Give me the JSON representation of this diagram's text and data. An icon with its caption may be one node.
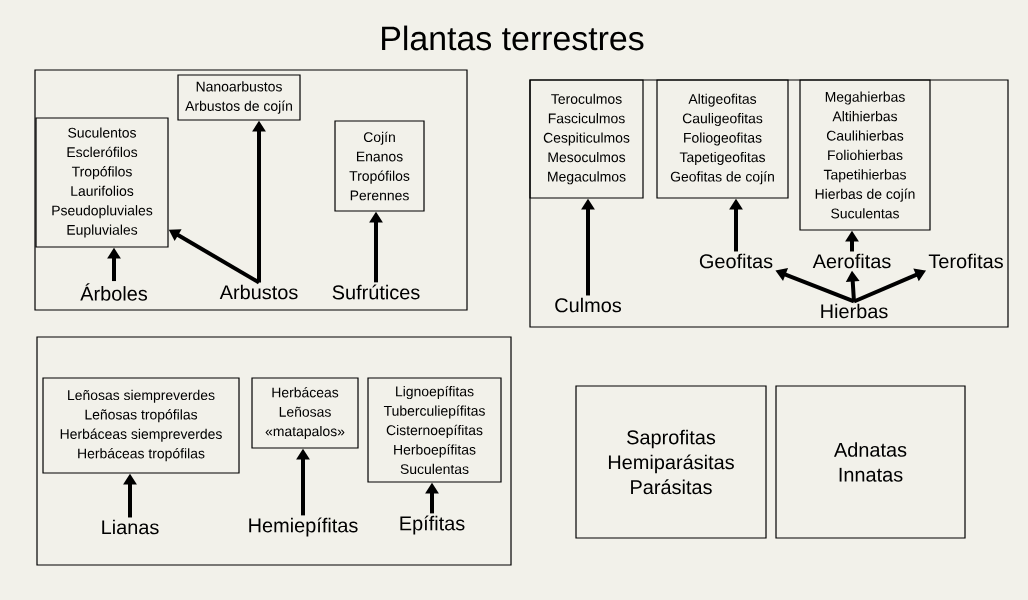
{
  "diagram": {
    "title": "Plantas terrestres",
    "nodes": [
      {
        "text": [],
        "shape": "box"
      },
      {
        "text": [
          "Suculentos",
          "Esclerófilos",
          "Tropófilos",
          "Laurifolios",
          "Pseudopluviales",
          "Eupluviales"
        ],
        "in": 0
      },
      {
        "text": [
          "Nanoarbustos",
          "Arbustos de cojín"
        ],
        "in": 0
      },
      {
        "text": [
          "Cojín",
          "Enanos",
          "Tropófilos",
          "Perennes"
        ],
        "in": 0
      },
      {
        "text": [
          "Árboles"
        ],
        "in": 0
      },
      {
        "text": [
          "Arbustos"
        ],
        "in": 0
      },
      {
        "text": [
          "Sufrútices"
        ],
        "in": 0
      },
      {
        "text": [],
        "shape": "box"
      },
      {
        "text": [
          "Teroculmos",
          "Fasciculmos",
          "Cespiticulmos",
          "Mesoculmos",
          "Megaculmos"
        ],
        "in": 7
      },
      {
        "text": [
          "Altigeofitas",
          "Cauligeofitas",
          "Foliogeofitas",
          "Tapetigeofitas",
          "Geofitas de cojín"
        ],
        "in": 7
      },
      {
        "text": [
          "Megahierbas",
          "Altihierbas",
          "Caulihierbas",
          "Foliohierbas",
          "Tapetihierbas",
          "Hierbas de cojín",
          "Suculentas"
        ],
        "in": 7
      },
      {
        "text": [
          "Culmos"
        ],
        "in": 7
      },
      {
        "text": [
          "Geofitas"
        ],
        "in": 7
      },
      {
        "text": [
          "Aerofitas"
        ],
        "in": 7
      },
      {
        "text": [
          "Terofitas"
        ],
        "in": 7
      },
      {
        "text": [
          "Hierbas"
        ],
        "in": 7
      },
      {
        "text": [],
        "shape": "box"
      },
      {
        "text": [
          "Leñosas siempreverdes",
          "Leñosas tropófilas",
          "Herbáceas siempreverdes",
          "Herbáceas tropófilas"
        ],
        "in": 16
      },
      {
        "text": [
          "Herbáceas",
          "Leñosas",
          "«matapalos»"
        ],
        "in": 16
      },
      {
        "text": [
          "Lignoepífitas",
          "Tuberculiepífitas",
          "Cisternoepífitas",
          "Herboepífitas",
          "Suculentas"
        ],
        "in": 16
      },
      {
        "text": [
          "Lianas"
        ],
        "in": 16
      },
      {
        "text": [
          "Hemiepífitas"
        ],
        "in": 16
      },
      {
        "text": [
          "Epífitas"
        ],
        "in": 16
      },
      {
        "text": [
          "Saprofitas",
          "Hemiparásitas",
          "Parásitas"
        ]
      },
      {
        "text": [
          "Adnatas",
          "Innatas"
        ]
      }
    ],
    "edges": [
      {
        "from": 4,
        "to": 1,
        "arrow": "to"
      },
      {
        "from": 5,
        "to": 2,
        "arrow": "to"
      },
      {
        "from": 5,
        "to": 1,
        "arrow": "to"
      },
      {
        "from": 6,
        "to": 3,
        "arrow": "to"
      },
      {
        "from": 11,
        "to": 8,
        "arrow": "to"
      },
      {
        "from": 12,
        "to": 9,
        "arrow": "to"
      },
      {
        "from": 13,
        "to": 10,
        "arrow": "to"
      },
      {
        "from": 15,
        "to": 12,
        "arrow": "to"
      },
      {
        "from": 15,
        "to": 13,
        "arrow": "to"
      },
      {
        "from": 15,
        "to": 14,
        "arrow": "to"
      },
      {
        "from": 20,
        "to": 17,
        "arrow": "to"
      },
      {
        "from": 21,
        "to": 18,
        "arrow": "to"
      },
      {
        "from": 22,
        "to": 19,
        "arrow": "to"
      }
    ]
  }
}
